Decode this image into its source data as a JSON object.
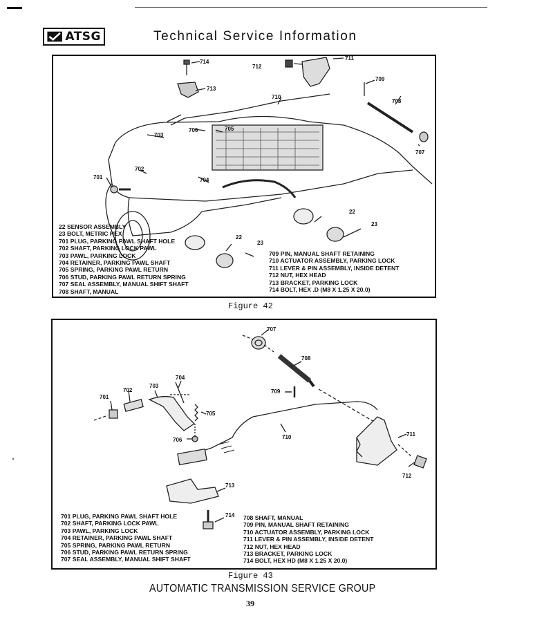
{
  "header": {
    "logo_text": "ATSG",
    "title": "Technical Service Information"
  },
  "figure42": {
    "caption": "Figure 42",
    "callouts": [
      "714",
      "712",
      "711",
      "709",
      "713",
      "710",
      "708",
      "703",
      "706",
      "705",
      "707",
      "702",
      "701",
      "704",
      "22",
      "23",
      "22",
      "23"
    ],
    "legend_left": [
      "22  SENSOR ASSEMBLY",
      "23  BOLT, METRIC HEX",
      "701  PLUG, PARKING PAWL SHAFT HOLE",
      "702 SHAFT, PARKING LOCK PAWL",
      "703  PAWL, PARKING LOCK",
      "704  RETAINER, PARKING PAWL SHAFT",
      "705  SPRING, PARKING PAWL RETURN",
      "706  STUD, PARKING PAWL RETURN SPRING",
      "707  SEAL ASSEMBLY, MANUAL SHIFT SHAFT",
      "708  SHAFT, MANUAL"
    ],
    "legend_right": [
      "709  PIN, MANUAL SHAFT RETAINING",
      "710  ACTUATOR ASSEMBLY, PARKING LOCK",
      "711  LEVER & PIN ASSEMBLY, INSIDE DETENT",
      "712  NUT, HEX HEAD",
      "713  BRACKET, PARKING LOCK",
      "714  BOLT, HEX  .D (M8 X 1.25 X 20.0)"
    ]
  },
  "figure43": {
    "caption": "Figure 43",
    "callouts": [
      "707",
      "708",
      "704",
      "703",
      "702",
      "701",
      "709",
      "705",
      "706",
      "710",
      "711",
      "712",
      "713",
      "714"
    ],
    "legend_left": [
      "701  PLUG, PARKING PAWL SHAFT HOLE",
      "702  SHAFT, PARKING LOCK PAWL",
      "703  PAWL, PARKING LOCK",
      "704  RETAINER, PARKING PAWL SHAFT",
      "705  SPRING, PARKING PAWL RETURN",
      "706  STUD, PARKING PAWL RETURN SPRING",
      "707  SEAL ASSEMBLY, MANUAL SHIFT SHAFT"
    ],
    "legend_right": [
      "708  SHAFT, MANUAL",
      "709  PIN, MANUAL SHAFT RETAINING",
      "710  ACTUATOR ASSEMBLY, PARKING LOCK",
      "711  LEVER & PIN ASSEMBLY, INSIDE DETENT",
      "712  NUT, HEX HEAD",
      "713  BRACKET, PARKING LOCK",
      "714  BOLT, HEX HD (M8 X 1.25 X 20.0)"
    ]
  },
  "footer": {
    "organization": "AUTOMATIC TRANSMISSION SERVICE GROUP",
    "page_number": "39"
  }
}
